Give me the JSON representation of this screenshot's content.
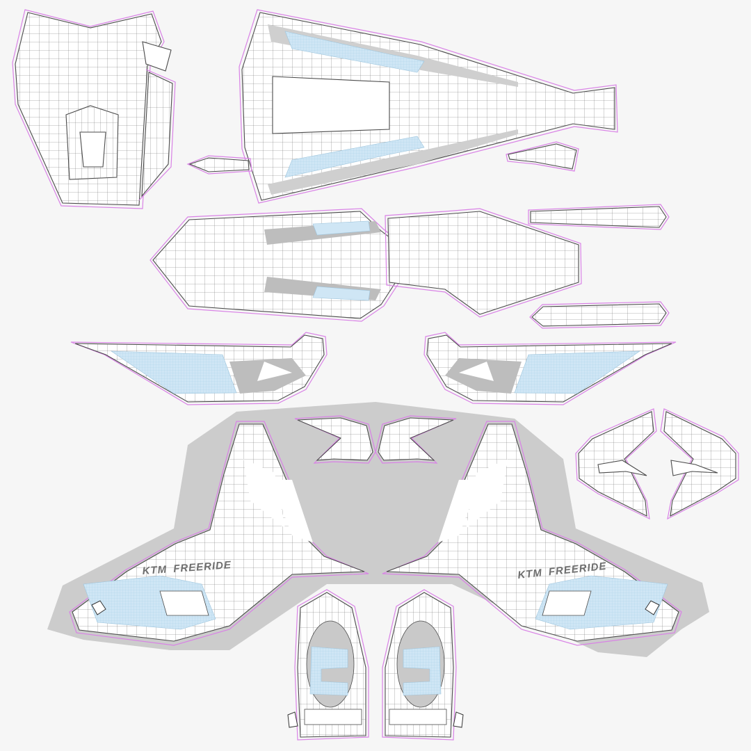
{
  "canvas": {
    "background": "#f6f6f6"
  },
  "colors": {
    "uv_edge": "#d982e6",
    "wire": "#4a4a4a",
    "gray_fill": "#cfcfcf",
    "decal_blue": "#cfe6f5"
  },
  "decals": {
    "left_logo": "FREERIDE",
    "right_logo": "FREERIDE",
    "left_brand": "KTM",
    "right_brand": "KTM"
  }
}
